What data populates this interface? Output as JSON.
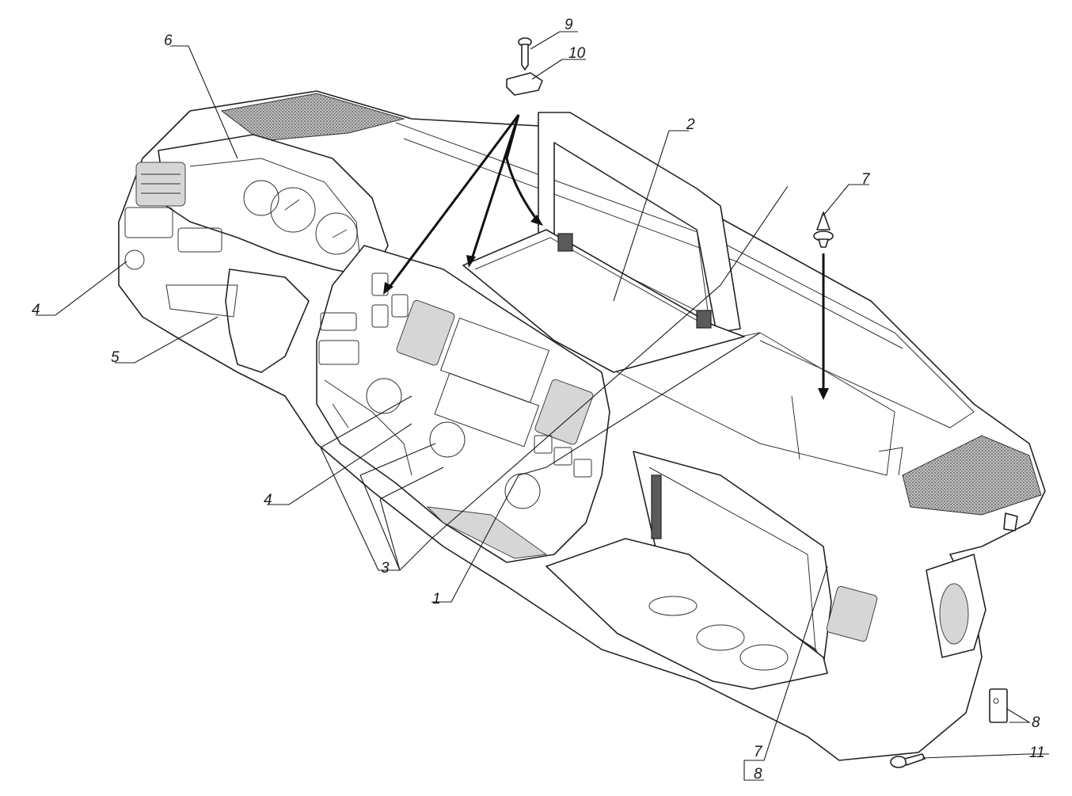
{
  "diagram": {
    "callouts": [
      {
        "id": "c1",
        "label": "1"
      },
      {
        "id": "c2",
        "label": "2"
      },
      {
        "id": "c3",
        "label": "3"
      },
      {
        "id": "c4a",
        "label": "4"
      },
      {
        "id": "c4b",
        "label": "4"
      },
      {
        "id": "c5",
        "label": "5"
      },
      {
        "id": "c6",
        "label": "6"
      },
      {
        "id": "c7a",
        "label": "7"
      },
      {
        "id": "c7b",
        "label": "7"
      },
      {
        "id": "c8a",
        "label": "8"
      },
      {
        "id": "c8b",
        "label": "8"
      },
      {
        "id": "c9",
        "label": "9"
      },
      {
        "id": "c10",
        "label": "10"
      },
      {
        "id": "c11",
        "label": "11"
      }
    ]
  }
}
